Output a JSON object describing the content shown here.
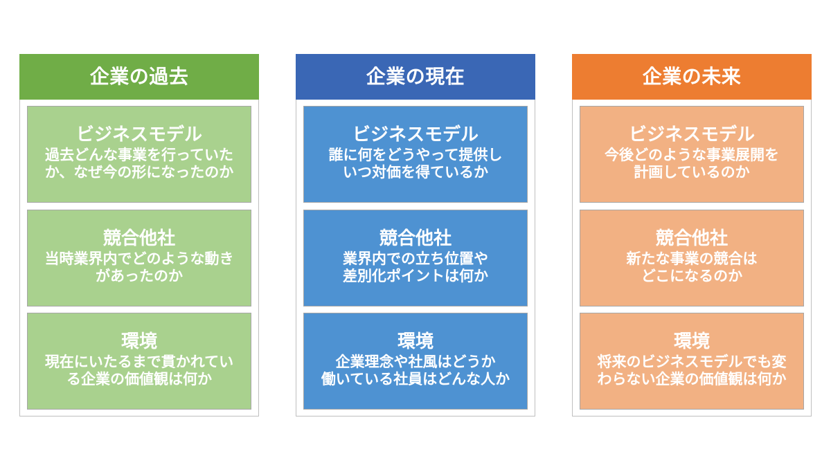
{
  "slide": {
    "background_color": "#FFFFFF",
    "columns": [
      {
        "id": "past",
        "header_label": "企業の過去",
        "header_color": "#70AD47",
        "card_color": "#A9D18E",
        "cards": [
          {
            "title": "ビジネスモデル",
            "desc": "過去どんな事業を行っていた\nか、なぜ今の形になったのか"
          },
          {
            "title": "競合他社",
            "desc": "当時業界内でどのような動き\nがあったのか"
          },
          {
            "title": "環境",
            "desc": "現在にいたるまで貫かれてい\nる企業の価値観は何か"
          }
        ]
      },
      {
        "id": "present",
        "header_label": "企業の現在",
        "header_color": "#3A67B5",
        "card_color": "#4E92D2",
        "cards": [
          {
            "title": "ビジネスモデル",
            "desc": "誰に何をどうやって提供し\nいつ対価を得ているか"
          },
          {
            "title": "競合他社",
            "desc": "業界内での立ち位置や\n差別化ポイントは何か"
          },
          {
            "title": "環境",
            "desc": "企業理念や社風はどうか\n働いている社員はどんな人か"
          }
        ]
      },
      {
        "id": "future",
        "header_label": "企業の未来",
        "header_color": "#ED7D31",
        "card_color": "#F2B183",
        "cards": [
          {
            "title": "ビジネスモデル",
            "desc": "今後どのような事業展開を\n計画しているのか"
          },
          {
            "title": "競合他社",
            "desc": "新たな事業の競合は\nどこになるのか"
          },
          {
            "title": "環境",
            "desc": "将来のビジネスモデルでも変\nわらない企業の価値観は何か"
          }
        ]
      }
    ]
  }
}
